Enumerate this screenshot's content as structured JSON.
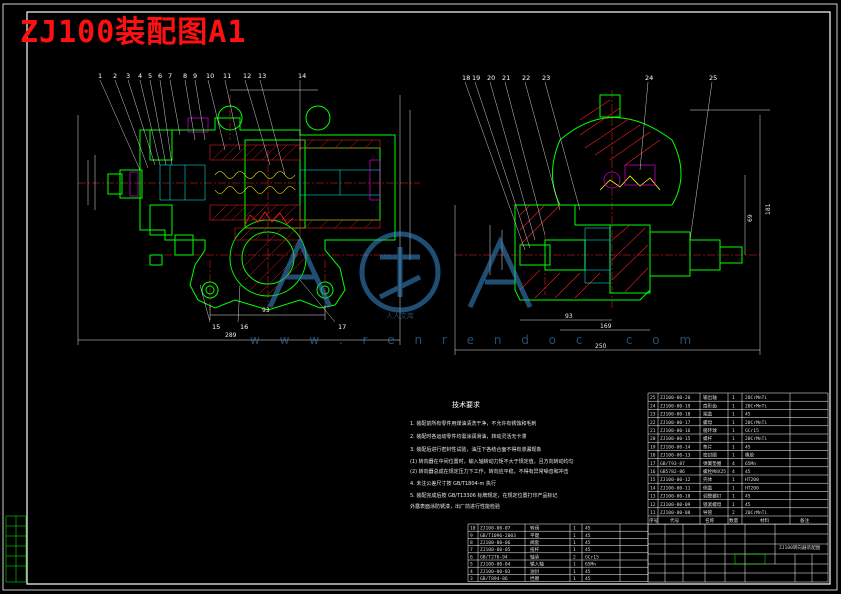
{
  "title": "ZJ100装配图A1",
  "watermark": {
    "logo_text": "人人文库",
    "url": "w w w . r e n r e n d o c . c o m"
  },
  "colors": {
    "background": "#000000",
    "title": "#ff1010",
    "outline": "#00ff00",
    "hatch": "#ff2020",
    "center_line": "#ff2020",
    "dim_line": "#ffffff",
    "table_line": "#ffffff",
    "watermark": "#3a8fd0"
  },
  "callouts_left": [
    "1",
    "2",
    "3",
    "4",
    "5",
    "6",
    "7",
    "8",
    "9",
    "10",
    "11",
    "12",
    "13",
    "14"
  ],
  "callouts_left_bottom": [
    "15",
    "16",
    "17"
  ],
  "callouts_right": [
    "18",
    "19",
    "20",
    "21",
    "22",
    "23",
    "24",
    "25"
  ],
  "dimensions": {
    "left_width": "289",
    "left_sub": "93",
    "right_width": "250",
    "right_sub1": "93",
    "right_sub2": "169",
    "right_height1": "181",
    "right_height2": "69"
  },
  "tech_requirements": {
    "heading": "技术要求",
    "items": [
      "1. 装配前所有零件用煤油清洗干净，不允许有锈蚀和毛刺",
      "2. 装配时各运动零件均需涂润滑油，转动灵活无卡滞",
      "3. 装配后进行密封性试验，油压下各结合面不得有渗漏现象",
      "(1) 转向器在中间位置时，输入轴转动力矩不大于规定值，且方向转动均匀",
      "(2) 转向器总成在规定压力下工作，转向应平稳，不得有异常噪音和冲击",
      "4. 未注公差尺寸按 GB/T1804-m 执行",
      "5. 装配完成后按 GB/T13306 标牌规定，在规定位置打印产品标记",
      "   外露表面涂防锈漆，出厂前进行性能检验"
    ]
  },
  "bom_upper": [
    {
      "no": "25",
      "code": "ZJ100-00-20",
      "name": "输出轴",
      "qty": "1",
      "mat": "20CrMnTi"
    },
    {
      "no": "24",
      "code": "ZJ100-00-19",
      "name": "扇形齿",
      "qty": "1",
      "mat": "20CrMnTi"
    },
    {
      "no": "23",
      "code": "ZJ100-00-18",
      "name": "端盖",
      "qty": "1",
      "mat": "45"
    },
    {
      "no": "22",
      "code": "ZJ100-00-17",
      "name": "螺母",
      "qty": "1",
      "mat": "20CrMnTi"
    },
    {
      "no": "21",
      "code": "ZJ100-00-16",
      "name": "循环球",
      "qty": "1",
      "mat": "GCr15"
    },
    {
      "no": "20",
      "code": "ZJ100-00-15",
      "name": "螺杆",
      "qty": "1",
      "mat": "20CrMnTi"
    },
    {
      "no": "19",
      "code": "ZJ100-00-14",
      "name": "垫片",
      "qty": "1",
      "mat": "45"
    },
    {
      "no": "18",
      "code": "ZJ100-00-13",
      "name": "密封圈",
      "qty": "1",
      "mat": "橡胶"
    },
    {
      "no": "17",
      "code": "GB/T93-87",
      "name": "弹簧垫圈",
      "qty": "4",
      "mat": "65Mn"
    },
    {
      "no": "16",
      "code": "GB5782-86",
      "name": "螺栓M8X25",
      "qty": "4",
      "mat": "45"
    },
    {
      "no": "15",
      "code": "ZJ100-00-12",
      "name": "壳体",
      "qty": "1",
      "mat": "HT200"
    },
    {
      "no": "14",
      "code": "ZJ100-00-11",
      "name": "侧盖",
      "qty": "1",
      "mat": "HT200"
    },
    {
      "no": "13",
      "code": "ZJ100-00-10",
      "name": "调整螺钉",
      "qty": "1",
      "mat": "45"
    },
    {
      "no": "12",
      "code": "ZJ100-00-09",
      "name": "锁紧螺母",
      "qty": "1",
      "mat": "45"
    },
    {
      "no": "11",
      "code": "ZJ100-00-08",
      "name": "导管",
      "qty": "2",
      "mat": "20CrMnTi"
    }
  ],
  "bom_header": {
    "no": "序号",
    "code": "代号",
    "name": "名称",
    "qty": "数量",
    "mat": "材料",
    "note": "备注"
  },
  "bom_lower": [
    {
      "no": "10",
      "code": "ZJ100-00-07",
      "name": "转阀",
      "qty": "1",
      "mat": "45"
    },
    {
      "no": "9",
      "code": "GB/T1096-2003",
      "name": "平键",
      "qty": "1",
      "mat": "45"
    },
    {
      "no": "8",
      "code": "ZJ100-00-06",
      "name": "阀套",
      "qty": "1",
      "mat": "45"
    },
    {
      "no": "7",
      "code": "ZJ100-00-05",
      "name": "扭杆",
      "qty": "1",
      "mat": "45"
    },
    {
      "no": "6",
      "code": "GB/T276-94",
      "name": "轴承",
      "qty": "2",
      "mat": "GCr15"
    },
    {
      "no": "5",
      "code": "ZJ100-00-04",
      "name": "输入轴",
      "qty": "1",
      "mat": "65Mn"
    },
    {
      "no": "4",
      "code": "ZJ100-00-03",
      "name": "油封",
      "qty": "1",
      "mat": "45"
    },
    {
      "no": "3",
      "code": "GB/T894-86",
      "name": "挡圈",
      "qty": "1",
      "mat": "45"
    }
  ],
  "title_block": {
    "drawing_name": "ZJ100转向器装配图"
  }
}
